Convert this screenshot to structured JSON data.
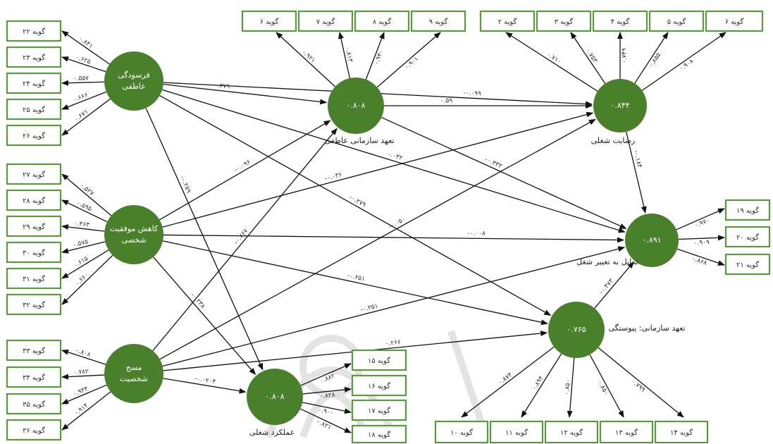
{
  "colors": {
    "node_fill": "#4a7f2c",
    "box_border": "#5b9a3c",
    "arrow": "#111111"
  },
  "indicators": {
    "b2": "گویه ۲",
    "b3": "گویه ۳",
    "b4": "گویه ۴",
    "b5": "گویه ۵",
    "b6": "گویه ۶",
    "b6b": "گویه ۶",
    "b7": "گویه ۷",
    "b8": "گویه ۸",
    "b9": "گویه ۹",
    "b10": "گویه ۱۰",
    "b11": "گویه ۱۱",
    "b12": "گویه ۱۲",
    "b13": "گویه ۱۳",
    "b14": "گویه ۱۴",
    "b15": "گویه ۱۵",
    "b16": "گویه ۱۶",
    "b17": "گویه ۱۷",
    "b18": "گویه ۱۸",
    "b19": "گویه ۱۹",
    "b20": "گویه ۲۰",
    "b21": "گویه ۲۱",
    "b22": "گویه ۲۲",
    "b23": "گویه ۲۳",
    "b24": "گویه ۲۴",
    "b25": "گویه ۲۵",
    "b26": "گویه ۲۶",
    "b27": "گویه ۲۷",
    "b28": "گویه ۲۸",
    "b29": "گویه ۲۹",
    "b30": "گویه ۳۰",
    "b31": "گویه ۳۱",
    "b32": "گویه ۳۲",
    "b33": "گویه ۳۳",
    "b34": "گویه ۳۴",
    "b35": "گویه ۳۵",
    "b36": "گویه ۳۶"
  },
  "constructs": {
    "emotional_exhaustion": {
      "line1": "فرسودگی",
      "line2": "عاطفی"
    },
    "personal_accomplishment": {
      "line1": "کاهش موفقیت",
      "line2": "شخصی"
    },
    "depersonalization": {
      "line1": "مسخ",
      "line2": "شخصیت"
    },
    "affective_commitment": {
      "value": "۰.۸۰۸",
      "label": "تعهد سازمانی عاطفی"
    },
    "job_satisfaction": {
      "value": "۰.۸۴۴",
      "label": "رضایت شغلی"
    },
    "turnover_intention": {
      "value": "۰.۸۹۱",
      "label": "تمایل به تغییر شغل"
    },
    "continuance_commitment": {
      "value": "۰.۷۶۵",
      "label": "تعهد سازمانی: پیوستگی"
    },
    "job_performance": {
      "value": "۰.۸۰۸",
      "label": "عملکرد شغلی"
    }
  },
  "loadings": {
    "ee": [
      "۰.۸۴۱",
      "۰.۶۲۵",
      "۰.۵۵۷",
      "۰.۶۶۶",
      "۰.۶۷۱"
    ],
    "pa": [
      "۰.۵۲۷",
      "۰.۵۹۵",
      "۰.۴۶۳",
      "۰.۵۷۵",
      "۰.۶۱۵",
      "۰.۶۶۰"
    ],
    "dp": [
      "۰.۸۰۸",
      "۰.۷۸۲",
      "۰.۹۳۳",
      "۰.۹۱۴"
    ],
    "ac": [
      "۰.۹۲۱",
      "۰.۸۱۳",
      "۰.۹۴۰",
      "۰.۹۰۱"
    ],
    "js": [
      "۰.۷۱۰",
      "۰.۷۵۳",
      "۰.۷۴۹",
      "۰.۸۵۵",
      "۰.۹۰۸"
    ],
    "ti": [
      "۰.۹۷۰",
      "۰.۹۰۹",
      "۰.۸۶۸"
    ],
    "cc": [
      "۰.۸۷۴",
      "۰.۸۹۴",
      "۰.۸۵۰",
      "۰.۸۵۰",
      "۰.۷۹۹"
    ],
    "jp": [
      "۰.۸۸۲",
      "۰.۸۲۸",
      "۰.۹۰۰",
      "۰.۸۲۱"
    ]
  },
  "paths": {
    "ee_ac": "-۰.۲۷۹",
    "ee_js": "-۰.۰۹۹",
    "ee_ti": "۰.۰۳۲",
    "ee_cc": "-۰.۲۷۹",
    "ee_jp": "-۰.۲۵۹",
    "pa_ac": "-۰.۰۹۶",
    "pa_js": "-۰.۰۳۶",
    "pa_ti": "-۰.۰۰۸",
    "pa_cc": "-۰.۲۵۱",
    "pa_jp": "-۰.۲۳۸",
    "dp_ac": "-۰.۲۶۷",
    "dp_js": "-۰.۰۵۰",
    "dp_ti": "-۰.۲۵۱",
    "dp_cc": "۰.۲۶۶",
    "dp_jp": "-۰.۰۲۰۴",
    "ac_js": "۰.۵۹",
    "ac_ti": "-۰.۳۳۲",
    "js_ti": "-۰.۱۸۴",
    "cc_ti": "-۰.۴۷۳"
  }
}
